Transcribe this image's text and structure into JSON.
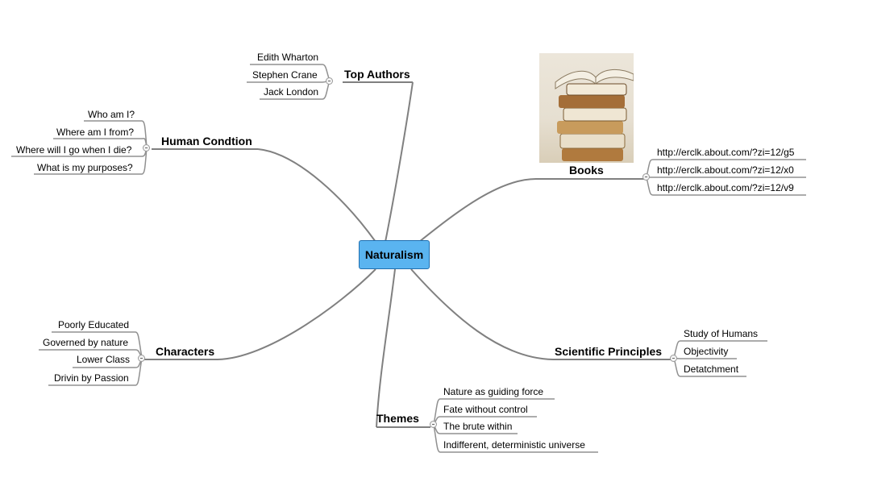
{
  "central": {
    "label": "Naturalism"
  },
  "colors": {
    "central_fill": "#5ab4f0",
    "central_border": "#1f6fb0",
    "connector": "#808080"
  },
  "branches": {
    "top_authors": {
      "label": "Top Authors",
      "items": [
        "Edith Wharton",
        "Stephen Crane",
        "Jack London"
      ]
    },
    "human_condition": {
      "label": "Human Condtion",
      "items": [
        "Who am I?",
        "Where am I from?",
        "Where will I go when I die?",
        "What is my purposes?"
      ]
    },
    "books": {
      "label": "Books",
      "image_icon": "books-stack-photo",
      "items": [
        "http://erclk.about.com/?zi=12/g5",
        "http://erclk.about.com/?zi=12/x0",
        "http://erclk.about.com/?zi=12/v9"
      ]
    },
    "characters": {
      "label": "Characters",
      "items": [
        "Poorly Educated",
        "Governed by nature",
        "Lower Class",
        "Drivin by Passion"
      ]
    },
    "scientific_principles": {
      "label": "Scientific Principles",
      "items": [
        "Study of Humans",
        "Objectivity",
        "Detatchment"
      ]
    },
    "themes": {
      "label": "Themes",
      "items": [
        "Nature as guiding force",
        "Fate without control",
        "The brute within",
        "Indifferent, deterministic universe"
      ]
    }
  }
}
